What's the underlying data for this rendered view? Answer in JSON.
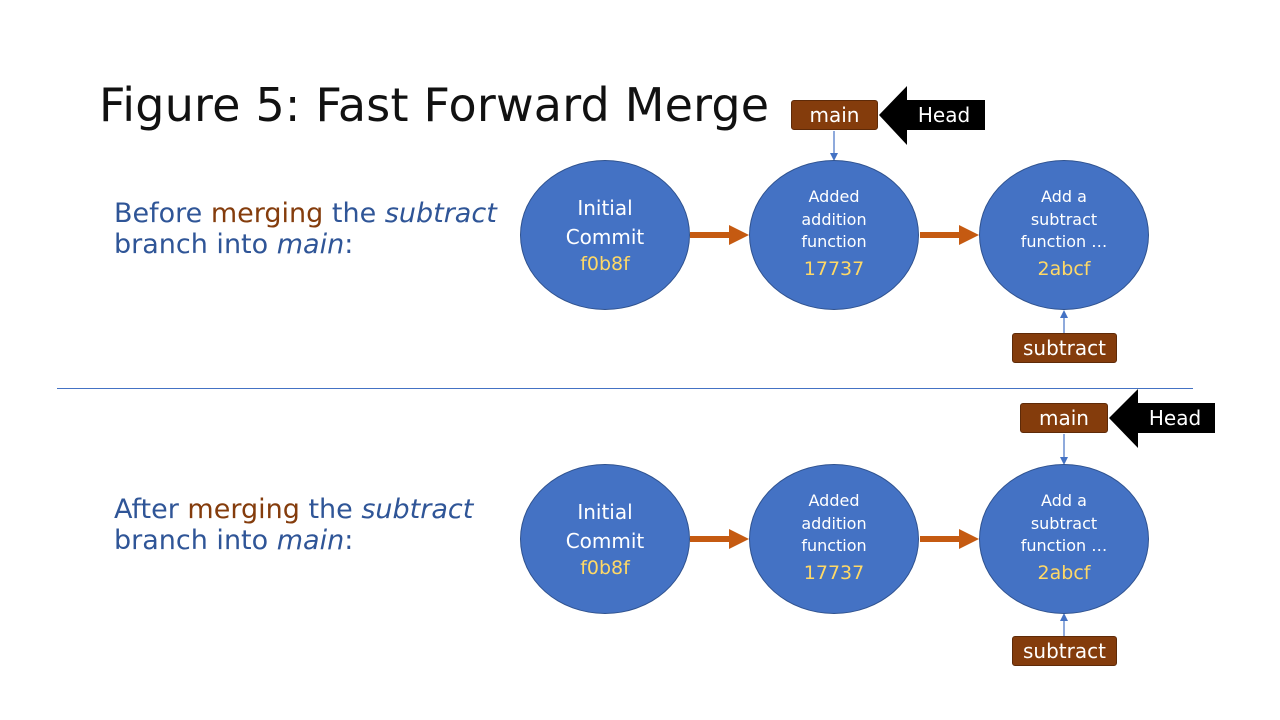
{
  "title": "Figure 5: Fast Forward Merge",
  "head_label": "Head",
  "sections": [
    {
      "caption": {
        "before": "Before ",
        "merging": "merging",
        "the": " the ",
        "branch_em": "subtract",
        "line2": "branch into ",
        "target_em": "main",
        "colon": ":"
      },
      "commits": [
        {
          "message": "Initial\nCommit",
          "hash": "f0b8f"
        },
        {
          "message": "Added\naddition\nfunction",
          "hash": "17737"
        },
        {
          "message": "Add a\nsubtract\nfunction …",
          "hash": "2abcf"
        }
      ],
      "labels": {
        "main": "main",
        "subtract": "subtract"
      }
    },
    {
      "caption": {
        "before": "After ",
        "merging": "merging",
        "the": " the ",
        "branch_em": "subtract",
        "line2": "branch into ",
        "target_em": "main",
        "colon": ":"
      },
      "commits": [
        {
          "message": "Initial\nCommit",
          "hash": "f0b8f"
        },
        {
          "message": "Added\naddition\nfunction",
          "hash": "17737"
        },
        {
          "message": "Add a\nsubtract\nfunction …",
          "hash": "2abcf"
        }
      ],
      "labels": {
        "main": "main",
        "subtract": "subtract"
      }
    }
  ],
  "colors": {
    "title": "#111111",
    "caption": "#2f5597",
    "caption_highlight": "#843c0c",
    "commit_fill": "#4472c4",
    "commit_hash": "#ffd966",
    "branch_label": "#843c0c",
    "commit_arrow": "#c55a11",
    "pointer_line": "#4472c4",
    "head_arrow": "#000000"
  }
}
